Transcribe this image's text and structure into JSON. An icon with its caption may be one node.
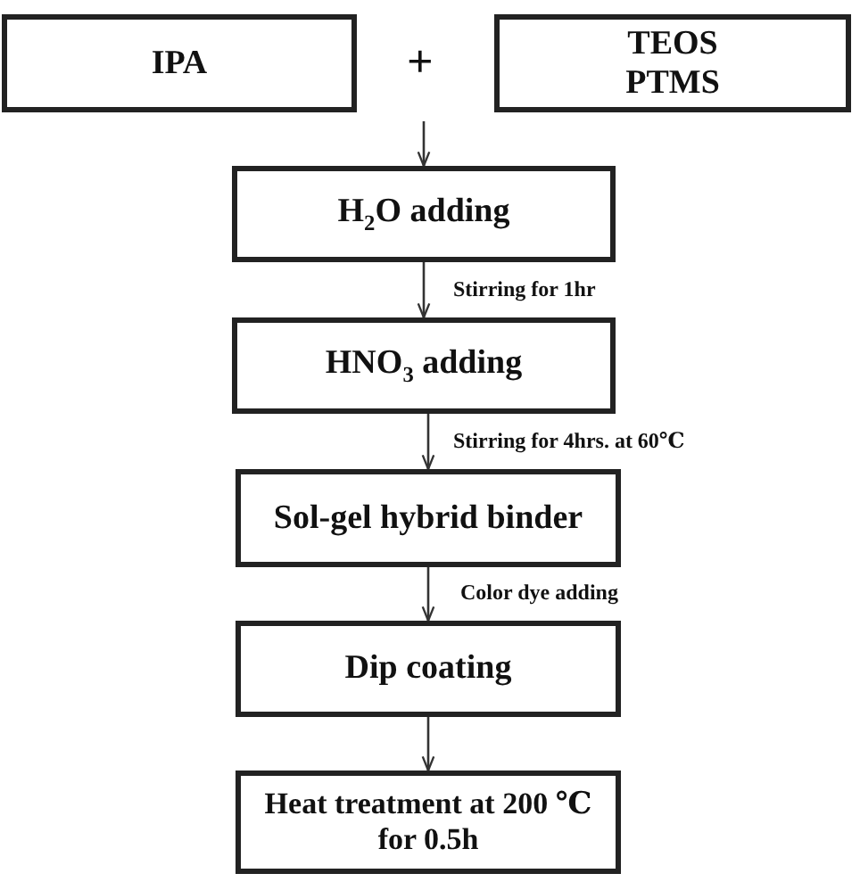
{
  "diagram": {
    "nodes": [
      {
        "text": [
          "IPA"
        ]
      },
      {
        "text": [
          "TEOS PTMS"
        ]
      },
      {
        "text": [
          "H$_{2}$O adding"
        ]
      },
      {
        "text": [
          "HNO$_{3}$ adding"
        ]
      },
      {
        "text": [
          "Sol-gel hybrid binder"
        ]
      },
      {
        "text": [
          "Dip coating"
        ]
      },
      {
        "text": [
          "Heat treatment at 200 ℃ for 0.5h"
        ]
      }
    ],
    "edges": [
      {
        "from": null,
        "to": 2,
        "arrow": "to"
      },
      {
        "from": 2,
        "to": 3,
        "arrow": "to",
        "label": "Stirring for 1hr"
      },
      {
        "from": 3,
        "to": 4,
        "arrow": "to",
        "label": "Stirring for 4hrs. at 60℃"
      },
      {
        "from": 4,
        "to": 5,
        "arrow": "to",
        "label": "Color dye adding"
      },
      {
        "from": 5,
        "to": 6,
        "arrow": "to"
      }
    ],
    "labels": [
      "+"
    ]
  }
}
